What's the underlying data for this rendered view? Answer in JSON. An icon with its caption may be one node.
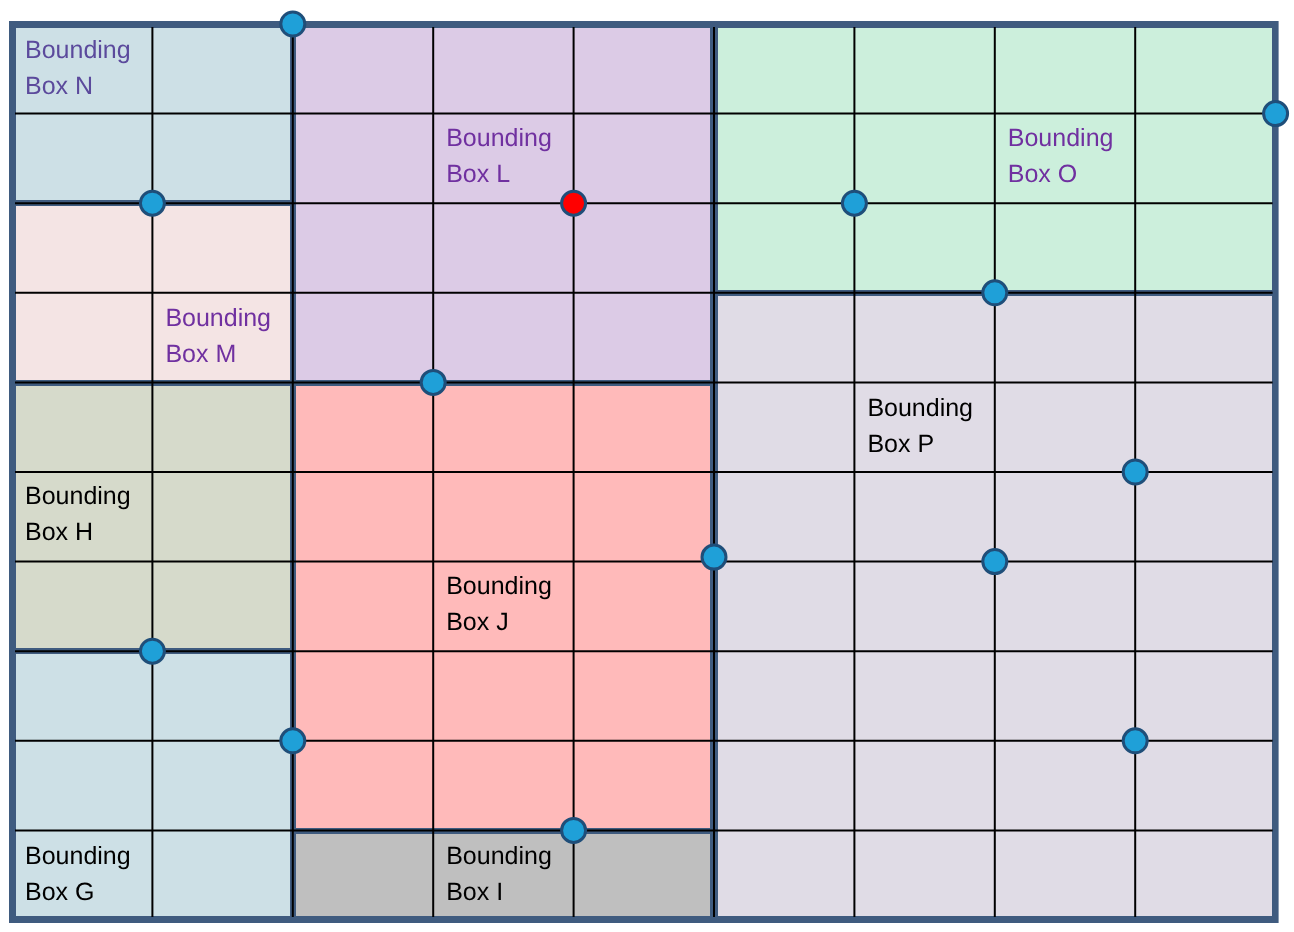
{
  "diagram": {
    "nodes": [
      {
        "text": [
          "Bounding Box N"
        ]
      },
      {
        "text": [
          "Bounding Box L"
        ]
      },
      {
        "text": [
          "Bounding Box O"
        ]
      },
      {
        "text": [
          "Bounding Box M"
        ]
      },
      {
        "text": [
          "Bounding Box H"
        ]
      },
      {
        "text": [
          "Bounding Box J"
        ]
      },
      {
        "text": [
          "Bounding Box P"
        ]
      },
      {
        "text": [
          "Bounding Box G"
        ]
      },
      {
        "text": [
          "Bounding Box I"
        ]
      }
    ]
  }
}
